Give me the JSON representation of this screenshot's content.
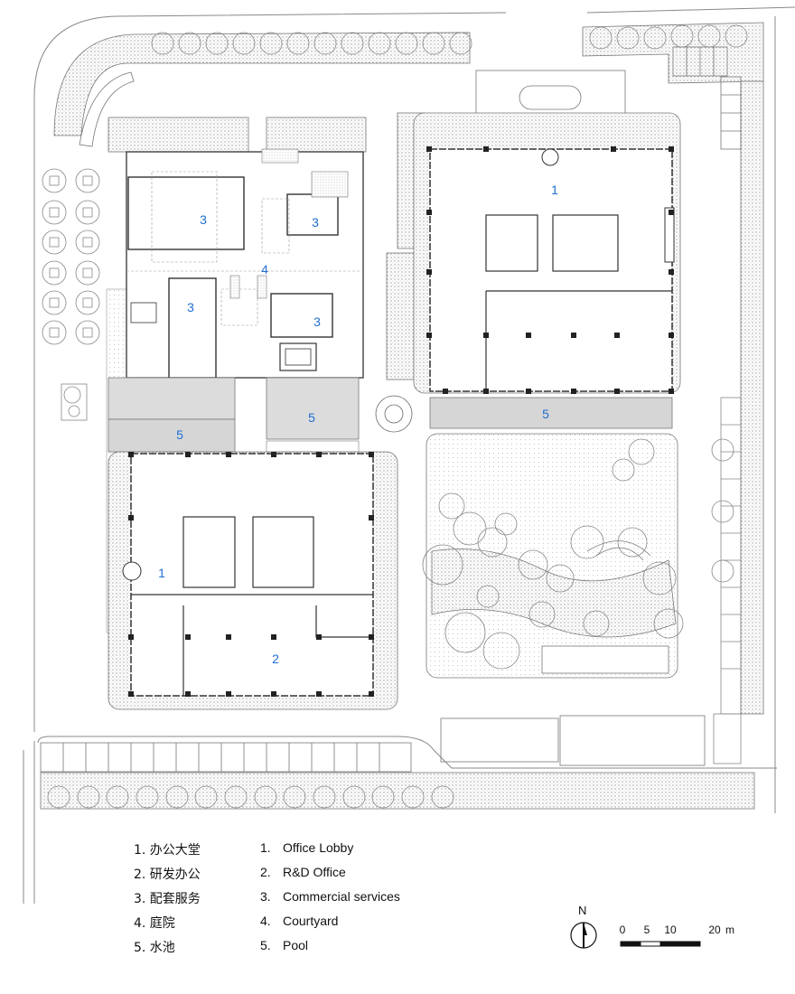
{
  "zone_labels": {
    "z3a": "3",
    "z3b": "3",
    "z3c": "3",
    "z3d": "3",
    "z4": "4",
    "z1a": "1",
    "z1b": "1",
    "z5a": "5",
    "z5b": "5",
    "z5c": "5",
    "z2": "2"
  },
  "legend": [
    {
      "cn": "1. 办公大堂",
      "num": "1.",
      "en": "Office Lobby"
    },
    {
      "cn": "2. 研发办公",
      "num": "2.",
      "en": "R&D Office"
    },
    {
      "cn": "3. 配套服务",
      "num": "3.",
      "en": "Commercial services"
    },
    {
      "cn": "4. 庭院",
      "num": "4.",
      "en": "Courtyard"
    },
    {
      "cn": "5. 水池",
      "num": "5.",
      "en": "Pool"
    }
  ],
  "north_arrow": {
    "letter": "N"
  },
  "scale_bar": {
    "ticks": [
      "0",
      "5",
      "10",
      "20"
    ],
    "unit": "m"
  },
  "colors": {
    "label_blue": "#1f6fd1",
    "line": "#444444",
    "hatch": "#bdbdbd",
    "pool": "#d9d9d9"
  }
}
